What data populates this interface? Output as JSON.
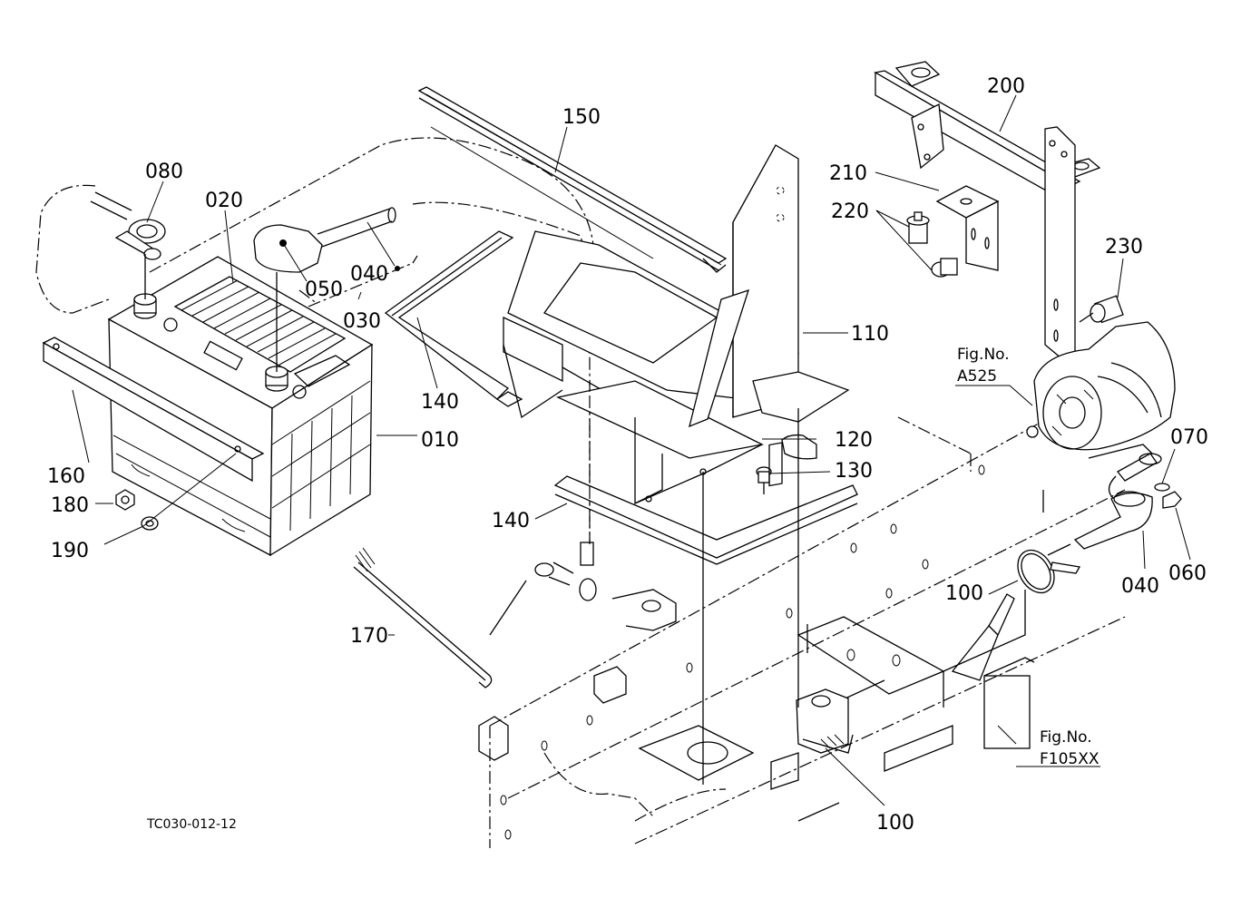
{
  "diagram": {
    "type": "exploded-parts-view",
    "drawing_code": "TC030-012-12",
    "part_labels": [
      {
        "id": "p080",
        "text": "080"
      },
      {
        "id": "p020",
        "text": "020"
      },
      {
        "id": "p050",
        "text": "050"
      },
      {
        "id": "p040a",
        "text": "040"
      },
      {
        "id": "p030",
        "text": "030"
      },
      {
        "id": "p150",
        "text": "150"
      },
      {
        "id": "p200",
        "text": "200"
      },
      {
        "id": "p210",
        "text": "210"
      },
      {
        "id": "p220",
        "text": "220"
      },
      {
        "id": "p230",
        "text": "230"
      },
      {
        "id": "p110",
        "text": "110"
      },
      {
        "id": "p140a",
        "text": "140"
      },
      {
        "id": "p010",
        "text": "010"
      },
      {
        "id": "p160",
        "text": "160"
      },
      {
        "id": "p180",
        "text": "180"
      },
      {
        "id": "p190",
        "text": "190"
      },
      {
        "id": "p120",
        "text": "120"
      },
      {
        "id": "p130",
        "text": "130"
      },
      {
        "id": "p140b",
        "text": "140"
      },
      {
        "id": "p070",
        "text": "070"
      },
      {
        "id": "p040b",
        "text": "040"
      },
      {
        "id": "p060",
        "text": "060"
      },
      {
        "id": "p100a",
        "text": "100"
      },
      {
        "id": "p170",
        "text": "170"
      },
      {
        "id": "p100b",
        "text": "100"
      }
    ],
    "figure_refs": [
      {
        "id": "figA525",
        "prefix": "Fig.No.",
        "number": "A525"
      },
      {
        "id": "figF105XX",
        "prefix": "Fig.No.",
        "number": "F105XX"
      }
    ]
  }
}
